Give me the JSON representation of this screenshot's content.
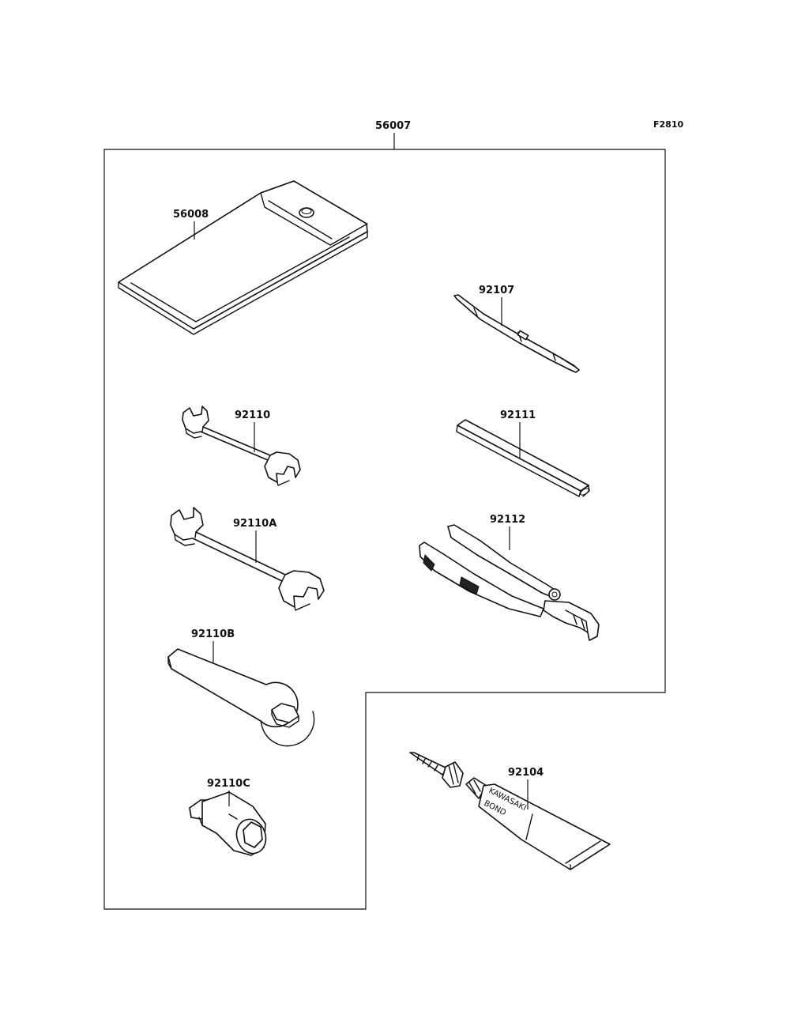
{
  "figure_code": "F2810",
  "kit": {
    "part_no": "56007"
  },
  "parts": [
    {
      "part_no": "56008"
    },
    {
      "part_no": "92107"
    },
    {
      "part_no": "92110"
    },
    {
      "part_no": "92111"
    },
    {
      "part_no": "92110A"
    },
    {
      "part_no": "92112"
    },
    {
      "part_no": "92110B"
    },
    {
      "part_no": "92110C"
    },
    {
      "part_no": "92104"
    }
  ],
  "tube_label": {
    "line1": "KAWASAKI",
    "line2": "BOND"
  }
}
